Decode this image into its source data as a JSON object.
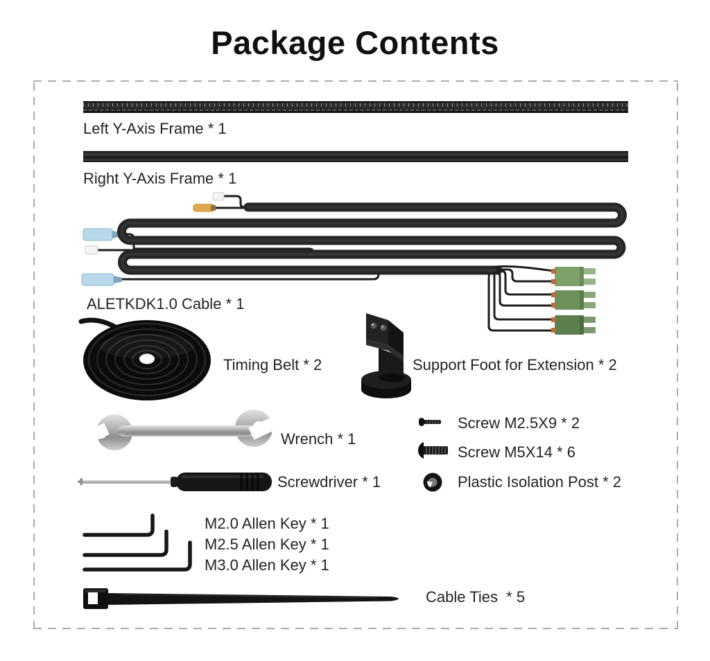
{
  "title": "Package Contents",
  "items": {
    "left_frame": "Left Y-Axis Frame * 1",
    "right_frame": "Right Y-Axis Frame * 1",
    "cable": "ALETKDK1.0 Cable * 1",
    "timing_belt": "Timing Belt * 2",
    "support_foot": "Support Foot for Extension * 2",
    "wrench": "Wrench * 1",
    "screw_m2_5x9": "Screw M2.5X9 * 2",
    "screw_m5x14": "Screw M5X14 * 6",
    "screwdriver": "Screwdriver * 1",
    "isolation_post": "Plastic Isolation Post * 2",
    "allen_key_m2_0": "M2.0 Allen Key * 1",
    "allen_key_m2_5": "M2.5 Allen Key * 1",
    "allen_key_m3_0": "M3.0 Allen Key * 1",
    "cable_ties": "Cable Ties  * 5"
  },
  "colors": {
    "border_dash": "#ababab",
    "cable_black": "#262626",
    "connector_yellow": "#dca74e",
    "connector_blue": "#b7d9ea",
    "connector_white": "#f4f4f4",
    "connector_green_1": "#7da268",
    "connector_green_2": "#6d9159",
    "connector_green_3": "#5c7f4e",
    "contact_orange": "#c06a3a"
  }
}
